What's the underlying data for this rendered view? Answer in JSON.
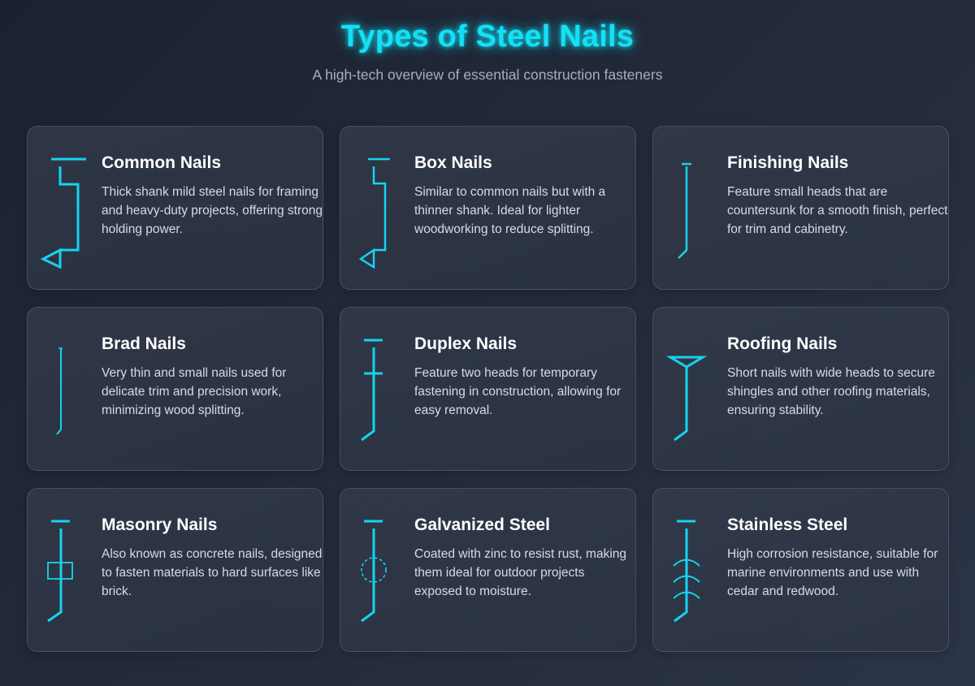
{
  "header": {
    "title": "Types of Steel Nails",
    "subtitle": "A high-tech overview of essential construction fasteners"
  },
  "colors": {
    "accent": "#17d3ee",
    "title_glow": "#14e0f5",
    "card_title": "#ffffff",
    "card_text": "#d6dbe3",
    "subtitle": "#a7afbd"
  },
  "cards": [
    {
      "icon": "common-nail-icon",
      "title": "Common Nails",
      "description": "Thick shank mild steel nails for framing and heavy-duty projects, offering strong holding power."
    },
    {
      "icon": "box-nail-icon",
      "title": "Box Nails",
      "description": "Similar to common nails but with a thinner shank. Ideal for lighter woodworking to reduce splitting."
    },
    {
      "icon": "finishing-nail-icon",
      "title": "Finishing Nails",
      "description": "Feature small heads that are countersunk for a smooth finish, perfect for trim and cabinetry."
    },
    {
      "icon": "brad-nail-icon",
      "title": "Brad Nails",
      "description": "Very thin and small nails used for delicate trim and precision work, minimizing wood splitting."
    },
    {
      "icon": "duplex-nail-icon",
      "title": "Duplex Nails",
      "description": "Feature two heads for temporary fastening in construction, allowing for easy removal."
    },
    {
      "icon": "roofing-nail-icon",
      "title": "Roofing Nails",
      "description": "Short nails with wide heads to secure shingles and other roofing materials, ensuring stability."
    },
    {
      "icon": "masonry-nail-icon",
      "title": "Masonry Nails",
      "description": "Also known as concrete nails, designed to fasten materials to hard surfaces like brick."
    },
    {
      "icon": "galvanized-nail-icon",
      "title": "Galvanized Steel",
      "description": "Coated with zinc to resist rust, making them ideal for outdoor projects exposed to moisture."
    },
    {
      "icon": "stainless-nail-icon",
      "title": "Stainless Steel",
      "description": "High corrosion resistance, suitable for marine environments and use with cedar and redwood."
    }
  ]
}
